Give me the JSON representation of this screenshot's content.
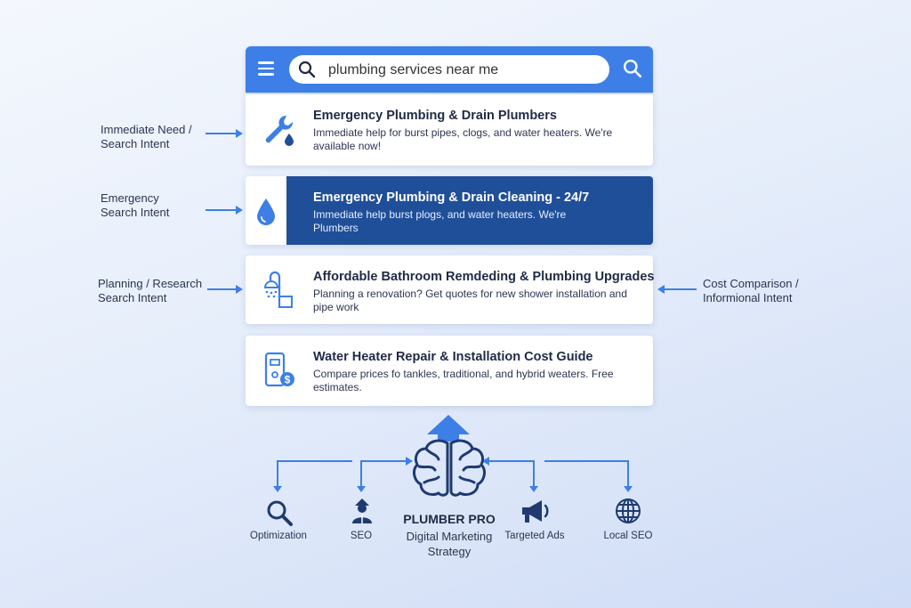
{
  "search": {
    "query": "plumbing services near me"
  },
  "results": [
    {
      "title": "Emergency Plumbing & Drain Plumbers",
      "description": "Immediate help for burst pipes, clogs, and water heaters. We're available now!"
    },
    {
      "title": "Emergency Plumbing & Drain Cleaning - 24/7",
      "description": "Immediate help burst plogs, and water heaters. We're Plumbers"
    },
    {
      "title": "Affordable Bathroom Remdeding & Plumbing Upgrades",
      "description": "Planning a renovation? Get quotes for new shower installation and pipe work"
    },
    {
      "title": "Water Heater Repair & Installation Cost Guide",
      "description": "Compare prices fo tankles, traditional, and hybrid weaters. Free estimates."
    }
  ],
  "side_labels": {
    "left_1": [
      "Immediate Need /",
      "Search Intent"
    ],
    "left_2": [
      "Emergency",
      "Search Intent"
    ],
    "left_3": [
      "Planning / Research",
      "Search Intent"
    ],
    "right_1": [
      "Cost Comparison /",
      "Informional Intent"
    ]
  },
  "bottom": {
    "brand_title": "PLUMBER PRO",
    "brand_sub_1": "Digital Marketing",
    "brand_sub_2": "Strategy",
    "items": [
      "Optimization",
      "SEO",
      "Targeted Ads",
      "Local SEO"
    ]
  },
  "colors": {
    "accent": "#3d7fe6",
    "dark_panel": "#204f99",
    "text": "#1f2a44"
  },
  "icons": [
    "menu-icon",
    "search-icon",
    "wrench-drop-icon",
    "water-drop-icon",
    "shower-icon",
    "water-heater-icon",
    "brain-icon",
    "magnifier-icon",
    "person-icon",
    "megaphone-icon",
    "globe-icon"
  ]
}
